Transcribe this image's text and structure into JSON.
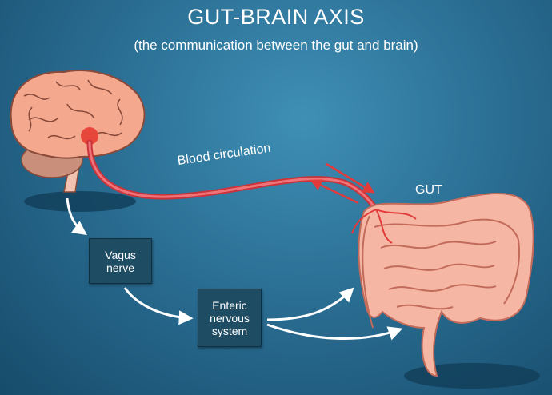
{
  "title": "GUT-BRAIN AXIS",
  "subtitle": "(the communication between the gut and brain)",
  "labels": {
    "blood_circulation": "Blood circulation",
    "gut": "GUT",
    "vagus_nerve": "Vagus\nnerve",
    "enteric_nervous_system": "Enteric\nnervous\nsystem"
  },
  "colors": {
    "background": "#2b6f94",
    "brain": "#f4a98e",
    "brain_outline": "#8a4a3a",
    "blood_vessel": "#e9525a",
    "intestine": "#f6b6a4",
    "box": "#1e4c63",
    "arrow": "#ffffff"
  },
  "icons": [
    "brain-illustration",
    "intestine-illustration",
    "blood-vessel",
    "flow-arrow"
  ]
}
